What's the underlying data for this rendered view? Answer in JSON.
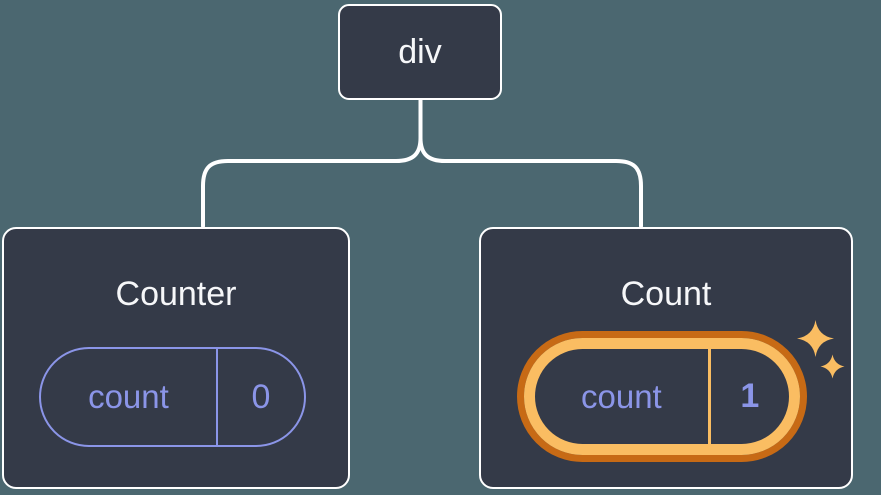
{
  "diagram": {
    "root": {
      "label": "div"
    },
    "nodes": [
      {
        "title": "Counter",
        "state": {
          "name": "count",
          "value": "0"
        },
        "highlighted": false
      },
      {
        "title": "Count",
        "state": {
          "name": "count",
          "value": "1"
        },
        "highlighted": true
      }
    ],
    "colors": {
      "background": "#4B6770",
      "card_background": "#343A48",
      "stroke_white": "#FFFFFF",
      "text_white": "#F6F7F9",
      "state_purple": "#8B95E8",
      "highlight_orange_dark": "#C76A15",
      "highlight_orange_light": "#FABD62"
    }
  }
}
